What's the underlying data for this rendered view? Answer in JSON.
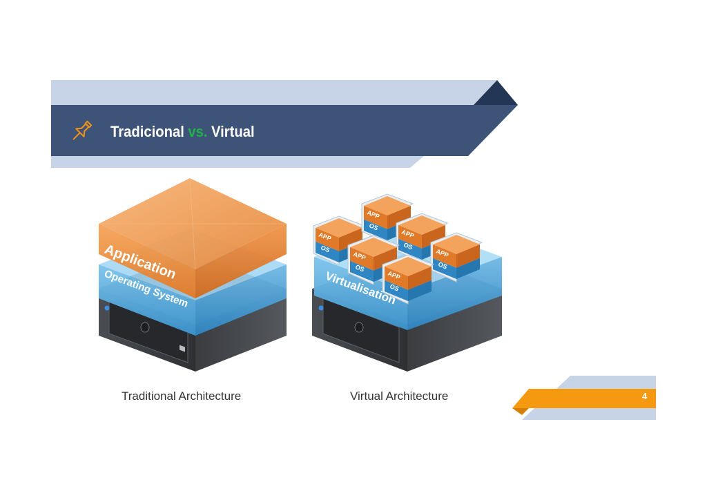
{
  "header": {
    "title_part1": "Tradicional",
    "title_vs": "vs.",
    "title_part2": "Virtual",
    "icon": "pushpin-icon",
    "colors": {
      "band_dark": "#3d5478",
      "band_light": "#c7d4e7",
      "band_corner": "#243656",
      "vs_accent": "#22b14c",
      "icon": "#f39214"
    }
  },
  "traditional": {
    "top_layer": "Application",
    "middle_layer": "Operating System",
    "caption": "Traditional Architecture"
  },
  "virtual": {
    "middle_layer": "Virtualisation",
    "vm_app_label": "APP",
    "vm_os_label": "OS",
    "caption": "Virtual Architecture"
  },
  "footer": {
    "page_number": "4",
    "colors": {
      "accent": "#f59a10",
      "light": "#c7d4e7"
    }
  }
}
